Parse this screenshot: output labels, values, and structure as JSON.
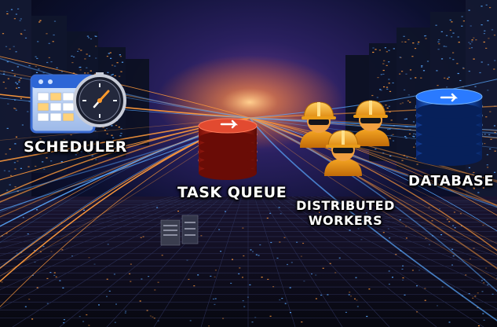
{
  "diagram": {
    "nodes": [
      {
        "id": "scheduler",
        "label": "SCHEDULER",
        "icon": "calendar-clock-icon"
      },
      {
        "id": "task_queue",
        "label": "TASK QUEUE",
        "icon": "stacked-disks-icon"
      },
      {
        "id": "workers",
        "label_line1": "DISTRIBUTED",
        "label_line2": "WORKERS",
        "icon": "hardhat-worker-icon"
      },
      {
        "id": "database",
        "label": "DATABASE",
        "icon": "database-cylinder-icon"
      }
    ],
    "edges": [
      {
        "from": "scheduler",
        "to": "task_queue"
      },
      {
        "from": "task_queue",
        "to": "workers"
      },
      {
        "from": "workers",
        "to": "database"
      }
    ]
  },
  "colors": {
    "background": "#070a1a",
    "stream_warm": "#ff9a3c",
    "stream_cool": "#5aa8ff",
    "queue_red": "#d0321f",
    "database_blue": "#1f6fe0",
    "worker_orange": "#f5a623"
  }
}
